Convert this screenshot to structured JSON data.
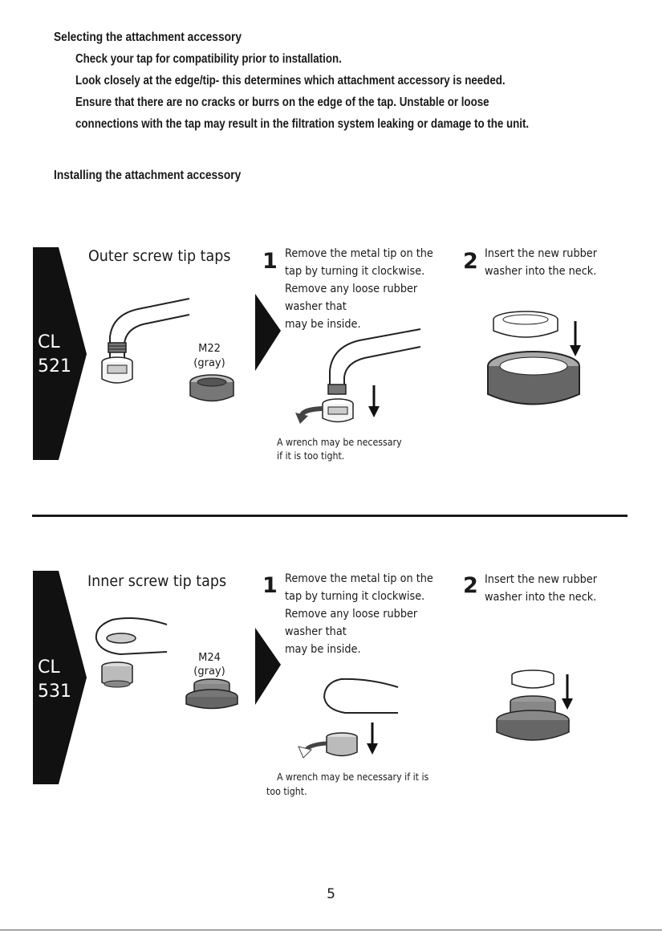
{
  "selecting": {
    "heading": "Selecting the attachment accessory",
    "lines": [
      "Check your tap for compatibility prior to installation.",
      "Look closely at the edge/tip- this determines which attachment accessory is needed.",
      "Ensure that there are no cracks or burrs on the edge of the tap.  Unstable or loose",
      "connections with the tap may result in the filtration system leaking or damage to the unit."
    ]
  },
  "installing": {
    "heading": "Installing the attachment accessory"
  },
  "sections": [
    {
      "model_line1": "CL",
      "model_line2": "521",
      "title": "Outer screw tip taps",
      "adapter_size": "M22",
      "adapter_color": "(gray)",
      "step1_number": "1",
      "step1_lines": [
        "Remove the metal tip on the",
        "tap by turning it clockwise.",
        "Remove any loose rubber",
        "washer that",
        "may be inside."
      ],
      "step1_note": [
        "A wrench may be necessary",
        "if it is too tight."
      ],
      "step2_number": "2",
      "step2_lines": [
        "Insert the new rubber",
        "washer into the neck."
      ]
    },
    {
      "model_line1": "CL",
      "model_line2": "531",
      "title": "Inner screw tip taps",
      "adapter_size": "M24",
      "adapter_color": "(gray)",
      "step1_number": "1",
      "step1_lines": [
        "Remove the metal tip on the",
        "tap by turning it clockwise.",
        "Remove any loose rubber",
        "washer that",
        "may be inside."
      ],
      "step1_note": [
        "A wrench may be necessary if it is",
        "too tight."
      ],
      "step2_number": "2",
      "step2_lines": [
        "Insert the new rubber",
        "washer into the neck."
      ]
    }
  ],
  "page_number": "5"
}
